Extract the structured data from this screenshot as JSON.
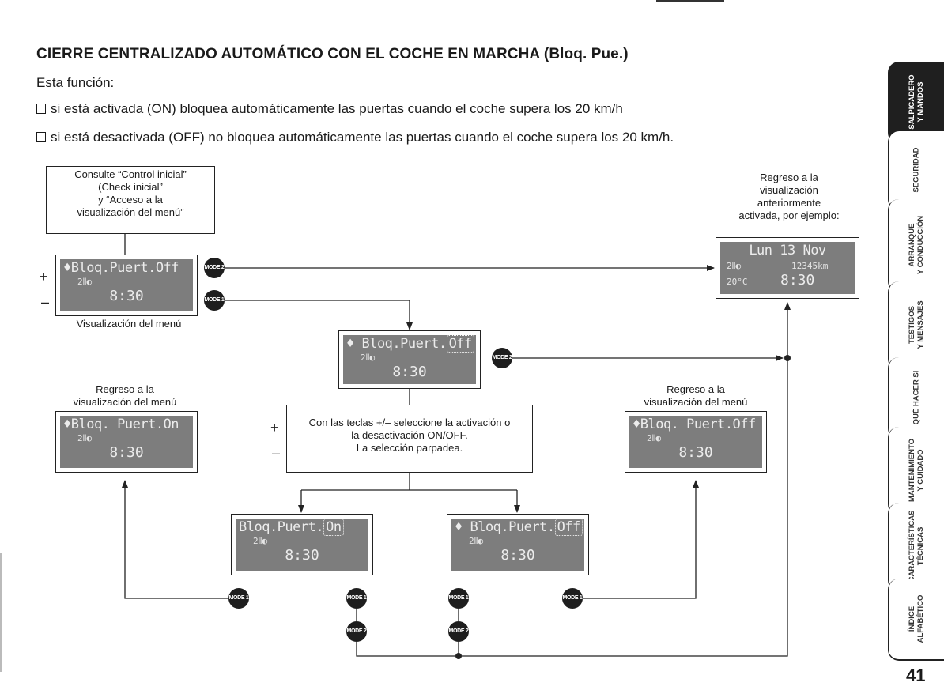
{
  "page": {
    "title": "CIERRE CENTRALIZADO AUTOMÁTICO CON EL COCHE EN MARCHA (Bloq. Pue.)",
    "intro": "Esta función:",
    "bullets": [
      "si está activada (ON) bloquea automáticamente las puertas cuando el coche supera los 20 km/h",
      "si está desactivada (OFF) no bloquea automáticamente las puertas cuando el coche supera los 20 km/h."
    ],
    "page_number": "41"
  },
  "diagram": {
    "consult_box": [
      "Consulte “Control inicial”",
      "(Check inicial”",
      "y “Acceso a la",
      "visualización del menú”"
    ],
    "return_prev": [
      "Regreso a la",
      "visualización",
      "anteriormente",
      "activada, por ejemplo:"
    ],
    "menu_caption": "Visualización del menú",
    "return_menu_left": [
      "Regreso a la",
      "visualización del menú"
    ],
    "return_menu_right": [
      "Regreso a la",
      "visualización del menú"
    ],
    "instruction_box": [
      "Con las teclas +/– seleccione la activación o",
      "la desactivación ON/OFF.",
      "La selección parpadea."
    ],
    "plus": "+",
    "minus": "–",
    "mode1": "MODE 1",
    "mode2": "MODE 2",
    "screens": {
      "menu": {
        "line1": "♦Bloq.Puert.Off",
        "line2": "2⦀◐",
        "time": "8:30"
      },
      "center": {
        "line1a": "♦ Bloq.Puert.",
        "sel": "Off",
        "line2": "2⦀◐",
        "time": "8:30"
      },
      "left_return": {
        "line1": "♦Bloq. Puert.On",
        "line2": "2⦀◐",
        "time": "8:30"
      },
      "right_return": {
        "line1": "♦Bloq. Puert.Off",
        "line2": "2⦀◐",
        "time": "8:30"
      },
      "on_select": {
        "line1a": "Bloq.Puert.",
        "sel": "On",
        "line2": "2⦀◐",
        "time": "8:30"
      },
      "off_select": {
        "line1a": "♦ Bloq.Puert.",
        "sel": "Off",
        "line2": "2⦀◐",
        "time": "8:30"
      },
      "previous": {
        "line1": "Lun 13 Nov",
        "line2a": "2⦀◐",
        "odo": "12345km",
        "temp": "20°C",
        "time": "8:30"
      }
    }
  },
  "tabs": [
    "SALPICADERO\nY MANDOS",
    "SEGURIDAD",
    "ARRANQUE\nY CONDUCCIÓN",
    "TESTIGOS\nY MENSAJES",
    "QUÉ HACER SI",
    "MANTENIMIENTO\nY CUIDADO",
    "CARACTERÍSTICAS\nTÉCNICAS",
    "ÍNDICE\nALFABÉTICO"
  ]
}
